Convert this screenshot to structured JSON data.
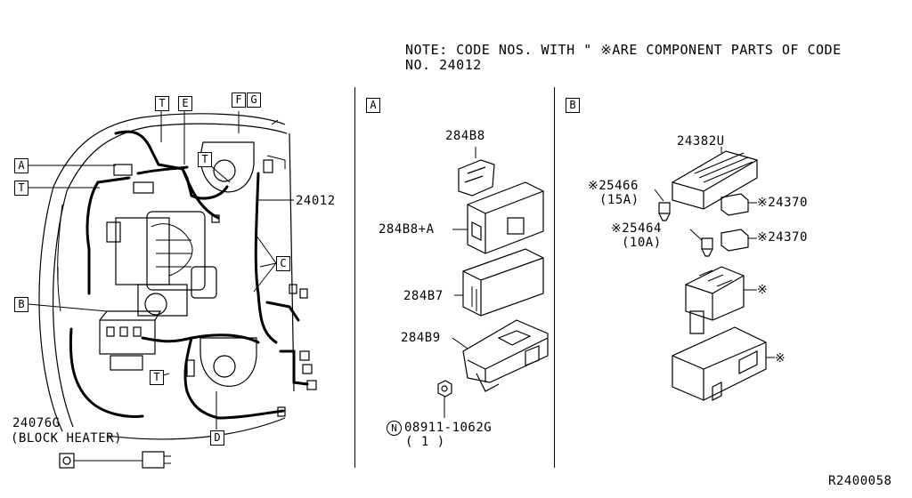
{
  "note": {
    "line1": "NOTE: CODE NOS. WITH \"  ※ARE COMPONENT PARTS OF CODE",
    "line2": "NO. 24012"
  },
  "callouts": {
    "A": "A",
    "B": "B",
    "C": "C",
    "D": "D",
    "E": "E",
    "F": "F",
    "G": "G",
    "T": "T"
  },
  "left_view": {
    "harness_code": "24012",
    "block_heater_code": "24076G",
    "block_heater_desc": "(BLOCK HEATER)"
  },
  "section_a": {
    "title": "A",
    "parts": [
      "284B8",
      "284B8+A",
      "284B7",
      "284B9"
    ],
    "nut_symbol": "N",
    "nut_code": "08911-1062G",
    "nut_qty": "( 1 )"
  },
  "section_b": {
    "title": "B",
    "main_part": "24382U",
    "fuse1_code": "※25466",
    "fuse1_rating": "(15A)",
    "fuse2_code": "※25464",
    "fuse2_rating": "(10A)",
    "relay_code": "※24370",
    "component_mark": "※"
  },
  "diagram_ref": "R2400058"
}
